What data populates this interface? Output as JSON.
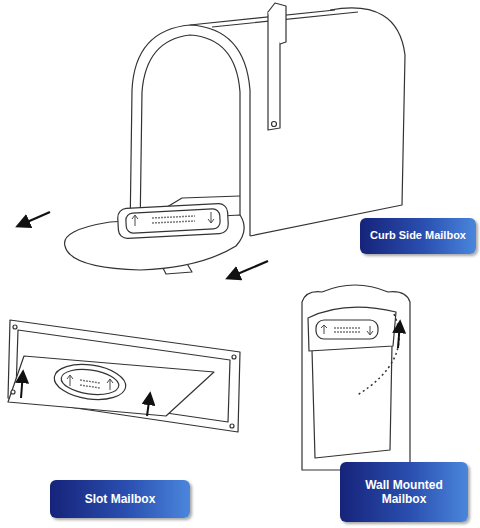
{
  "diagram": {
    "nodes": [
      {
        "text": [
          "Curb Side Mailbox"
        ]
      },
      {
        "text": [
          "Slot Mailbox"
        ]
      },
      {
        "text": [
          "Wall Mounted Mailbox"
        ]
      }
    ]
  }
}
